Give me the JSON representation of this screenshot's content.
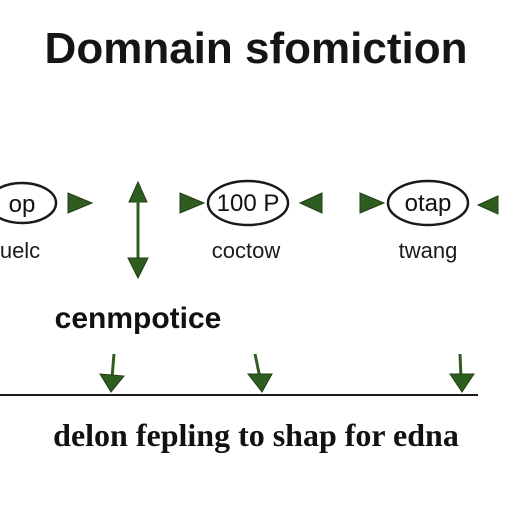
{
  "title": "Domnain sfomiction",
  "nodes": [
    {
      "text": "op",
      "label": "uelc"
    },
    {
      "text": "100 P",
      "label": "coctow"
    },
    {
      "text": "otap",
      "label": "twang"
    }
  ],
  "section_label": "cenmpotice",
  "footer_text": "delon fepling to shap for edna",
  "colors": {
    "arrow": "#2f5d1f",
    "text": "#111111",
    "background": "#ffffff"
  }
}
